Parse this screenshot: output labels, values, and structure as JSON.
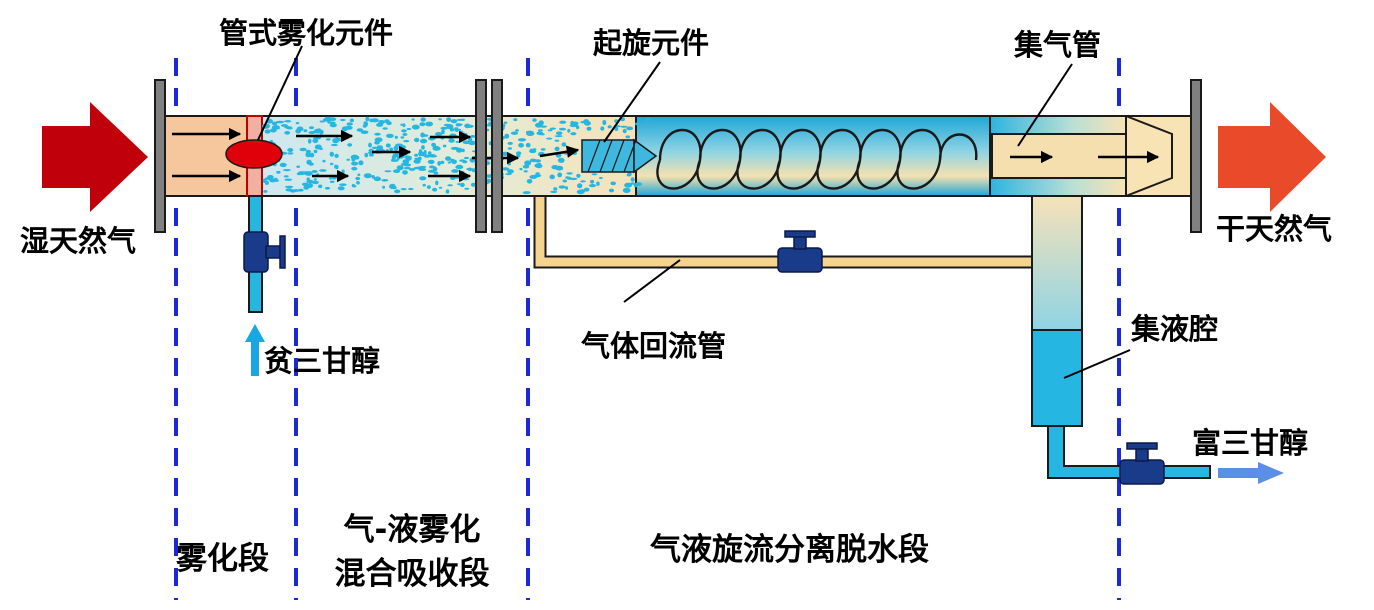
{
  "labels": {
    "tube_atomizer": "管式雾化元件",
    "swirl_element": "起旋元件",
    "gas_collector": "集气管",
    "wet_gas": "湿天然气",
    "dry_gas": "干天然气",
    "lean_teg": "贫三甘醇",
    "gas_return": "气体回流管",
    "liquid_chamber": "集液腔",
    "rich_teg": "富三甘醇",
    "stage_atomize": "雾化段",
    "stage_mix_line1": "气-液雾化",
    "stage_mix_line2": "混合吸收段",
    "stage_separate": "气液旋流分离脱水段"
  },
  "colors": {
    "inlet_arrow": "#c0000a",
    "outlet_arrow": "#e84a2a",
    "lean_arrow": "#19a7e3",
    "rich_arrow": "#5b8fe6",
    "stage_divider": "#1a2ad6",
    "pipe_liquid": "#25b6e2",
    "inlet_section": "#f6c69c",
    "droplet_nozzle": "#e0000a",
    "flange": "#808080",
    "valve": "#1a3a8a",
    "return_pipe": "#f5d48e"
  }
}
